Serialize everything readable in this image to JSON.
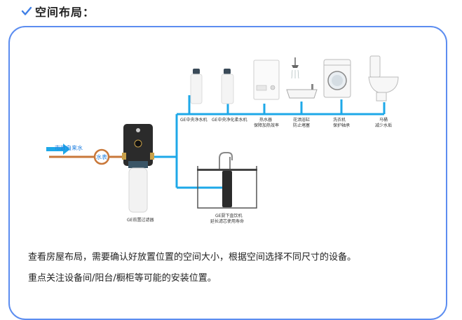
{
  "section": {
    "title": "空间布局："
  },
  "diagram": {
    "inlet_label": "市政自来水",
    "meter_label": "水表",
    "prefilter_label": "GE前置过滤器",
    "under_sink": {
      "line1": "GE厨下直饮机",
      "line2": "延长滤芯使用寿命"
    },
    "devices": [
      {
        "line1": "GE中央净水机",
        "line2": ""
      },
      {
        "line1": "GE中央净化柔水机",
        "line2": ""
      },
      {
        "line1": "热水器",
        "line2": "保障加热效率"
      },
      {
        "line1": "花洒浴缸",
        "line2": "防止堵塞"
      },
      {
        "line1": "洗衣机",
        "line2": "保护轴承"
      },
      {
        "line1": "马桶",
        "line2": "减少水垢"
      }
    ],
    "pipe_color": "#1ea8e8",
    "inlet_color": "#c9783a",
    "accent": "#1f7fe0"
  },
  "description": {
    "line1": "查看房屋布局，需要确认好放置位置的空间大小，根据空间选择不同尺寸的设备。",
    "line2": "重点关注设备间/阳台/橱柜等可能的安装位置。"
  }
}
